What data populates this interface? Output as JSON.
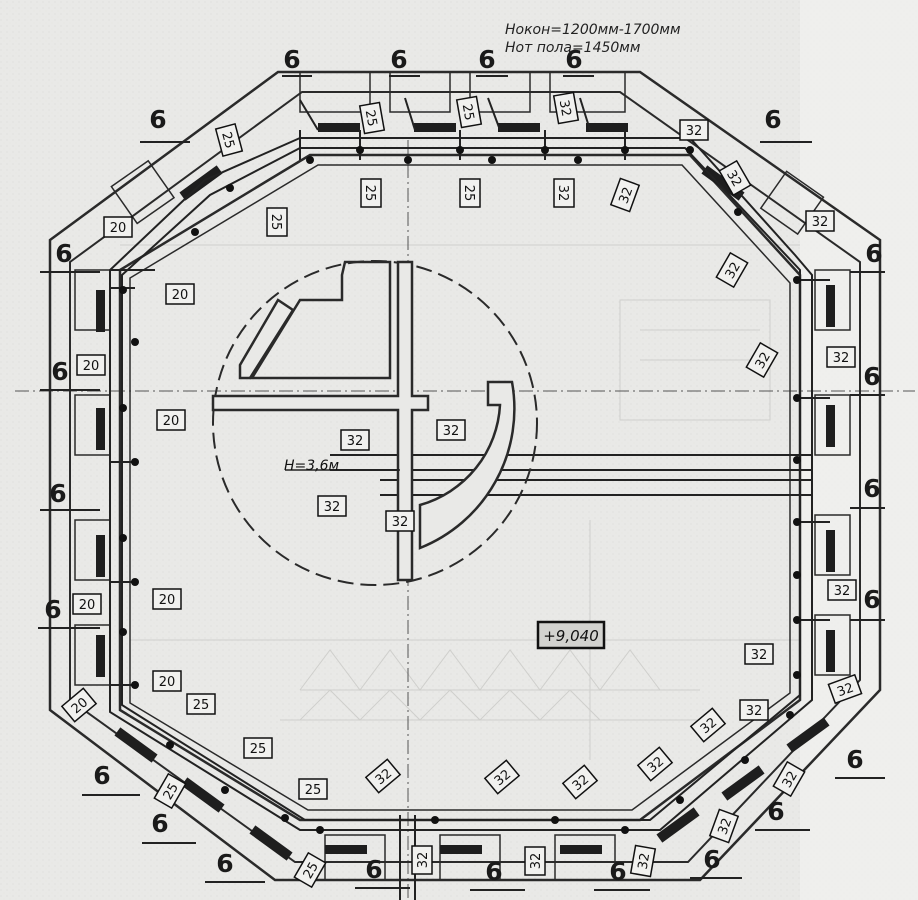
{
  "notes": {
    "line1": "Нокон=1200мм-1700мм",
    "line2": "Нот пола=1450мм"
  },
  "elevation": "+9,040",
  "height_label": "Н=3,6м",
  "window_mark": "6",
  "pipe_labels": {
    "d20": "20",
    "d25": "25",
    "d32": "32"
  },
  "colors": {
    "paper": "#e9e9e7",
    "ink": "#2a2a2a",
    "faint": "#c9c9c6"
  }
}
